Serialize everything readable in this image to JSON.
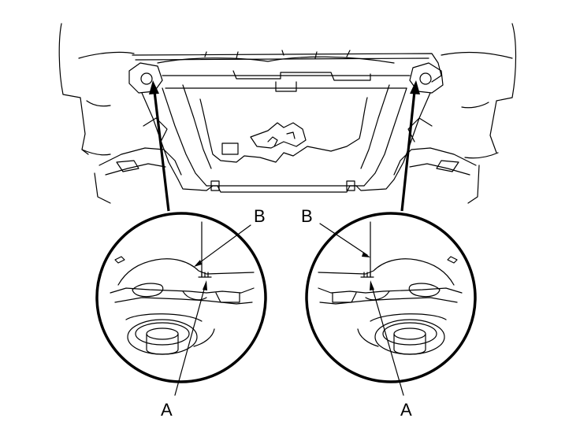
{
  "labels": {
    "left_a": "A",
    "left_b": "B",
    "right_a": "A",
    "right_b": "B"
  },
  "colors": {
    "line": "#000000",
    "background": "#ffffff"
  }
}
